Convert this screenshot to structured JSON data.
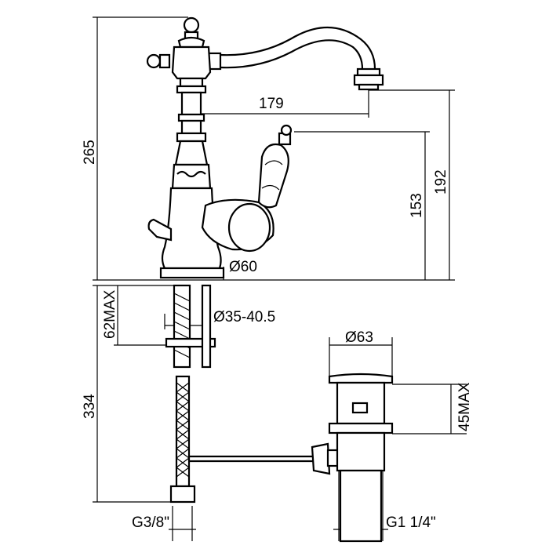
{
  "drawing": {
    "colors": {
      "line": "#000000",
      "background": "#ffffff"
    },
    "dimensions": {
      "spout_reach": "179",
      "overall_height": "265",
      "handle_height": "192",
      "lever_height": "153",
      "base_diameter": "Ø60",
      "hole_diameter": "Ø35-40.5",
      "deck_thickness": "62MAX",
      "hose_length": "334",
      "inlet_thread": "G3/8\"",
      "waste_diameter": "Ø63",
      "waste_height": "45MAX",
      "waste_thread": "G1 1/4\""
    }
  }
}
